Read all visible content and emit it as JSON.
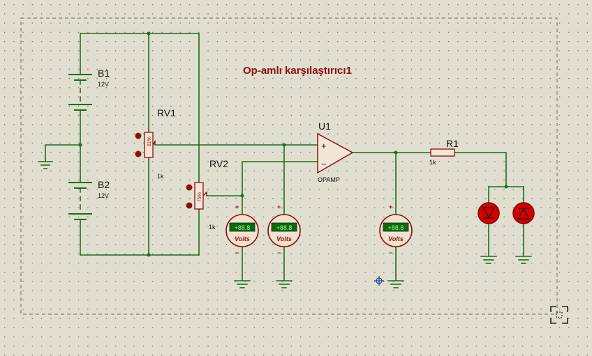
{
  "schematic": {
    "title": "Op-amlı karşılaştırıcı1",
    "batteries": [
      {
        "ref": "B1",
        "value": "12V"
      },
      {
        "ref": "B2",
        "value": "12V"
      }
    ],
    "potentiometers": [
      {
        "ref": "RV1",
        "value": "1k",
        "setting": "81%"
      },
      {
        "ref": "RV2",
        "value": "1k",
        "setting": "75%"
      }
    ],
    "opamp": {
      "ref": "U1",
      "type": "OPAMP",
      "plus": "+",
      "minus": "−"
    },
    "resistor": {
      "ref": "R1",
      "value": "1k"
    },
    "voltmeters": [
      {
        "display": "+88.8",
        "unit": "Volts"
      },
      {
        "display": "+88.8",
        "unit": "Volts"
      },
      {
        "display": "+88.8",
        "unit": "Volts"
      }
    ],
    "colors": {
      "wire": "#1f6b1f",
      "component": "#8b1010",
      "title": "#8b1010",
      "background": "#e0dfcf",
      "meter_face": "#f2e0d0",
      "meter_lcd": "#0a6a0a"
    }
  }
}
